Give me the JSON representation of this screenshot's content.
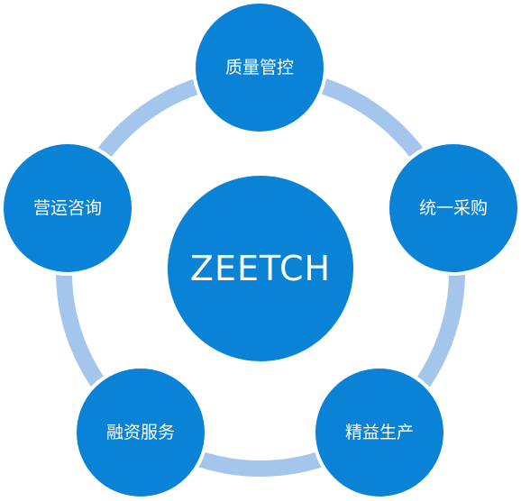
{
  "center": {
    "label": "ZEETCH"
  },
  "nodes": [
    {
      "label": "质量管控"
    },
    {
      "label": "统一采购"
    },
    {
      "label": "精益生产"
    },
    {
      "label": "融资服务"
    },
    {
      "label": "营运咨询"
    }
  ],
  "colors": {
    "node_fill": "#0a82d6",
    "ring": "#a5c6ec",
    "text": "#ffffff"
  }
}
